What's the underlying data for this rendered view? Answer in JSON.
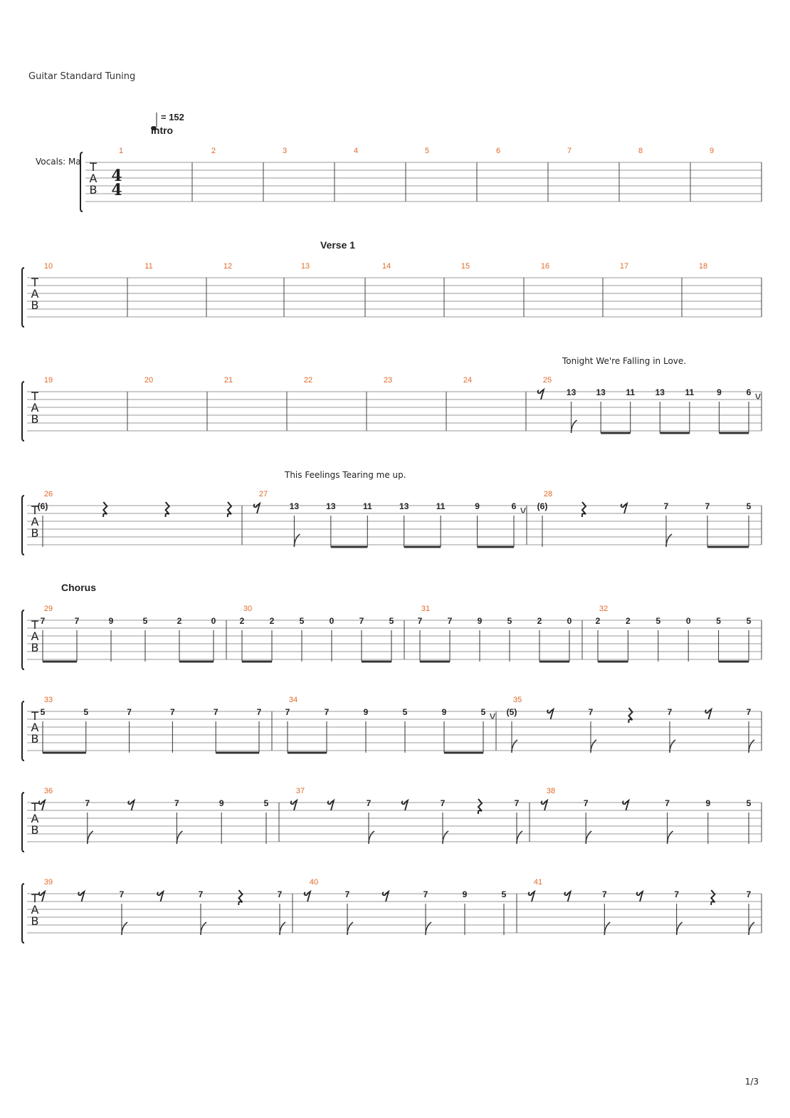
{
  "header": {
    "tuning": "Guitar Standard Tuning",
    "tempo": "= 152",
    "track_name": "Vocals: Ma",
    "time_signature": [
      "4",
      "4"
    ],
    "tab_letters": [
      "T",
      "A",
      "B"
    ]
  },
  "colors": {
    "measure_number": "#e06a2a",
    "staff_line": "#9a9a9a",
    "text": "#222222"
  },
  "sections": [
    {
      "label": "Intro",
      "measure": 1
    },
    {
      "label": "Verse 1",
      "measure": 13
    },
    {
      "label": "Chorus",
      "measure": 29
    }
  ],
  "lyrics": [
    {
      "text": "Tonight We're Falling in Love.",
      "measure": 25
    },
    {
      "text": "This Feelings Tearing me up.",
      "measure": 27
    }
  ],
  "systems": [
    {
      "measures": [
        {
          "n": "1",
          "events": []
        },
        {
          "n": "2",
          "events": []
        },
        {
          "n": "3",
          "events": []
        },
        {
          "n": "4",
          "events": []
        },
        {
          "n": "5",
          "events": []
        },
        {
          "n": "6",
          "events": []
        },
        {
          "n": "7",
          "events": []
        },
        {
          "n": "8",
          "events": []
        },
        {
          "n": "9",
          "events": []
        }
      ]
    },
    {
      "measures": [
        {
          "n": "10",
          "events": []
        },
        {
          "n": "11",
          "events": []
        },
        {
          "n": "12",
          "events": []
        },
        {
          "n": "13",
          "events": []
        },
        {
          "n": "14",
          "events": []
        },
        {
          "n": "15",
          "events": []
        },
        {
          "n": "16",
          "events": []
        },
        {
          "n": "17",
          "events": []
        },
        {
          "n": "18",
          "events": []
        }
      ]
    },
    {
      "measures": [
        {
          "n": "19",
          "events": []
        },
        {
          "n": "20",
          "events": []
        },
        {
          "n": "21",
          "events": []
        },
        {
          "n": "22",
          "events": []
        },
        {
          "n": "23",
          "events": []
        },
        {
          "n": "24",
          "events": []
        },
        {
          "n": "25",
          "events": [
            {
              "t": "r8"
            },
            {
              "t": "n",
              "v": "13",
              "d": "8"
            },
            {
              "t": "n",
              "v": "13",
              "d": "b1"
            },
            {
              "t": "n",
              "v": "11",
              "d": "b2"
            },
            {
              "t": "n",
              "v": "13",
              "d": "b1"
            },
            {
              "t": "n",
              "v": "11",
              "d": "b2"
            },
            {
              "t": "n",
              "v": "9",
              "d": "b1"
            },
            {
              "t": "n",
              "v": "6",
              "d": "b2",
              "tie": true
            }
          ]
        }
      ]
    },
    {
      "measures": [
        {
          "n": "26",
          "events": [
            {
              "t": "n",
              "v": "(6)",
              "d": "q"
            },
            {
              "t": "r4"
            },
            {
              "t": "r4"
            },
            {
              "t": "r4"
            }
          ]
        },
        {
          "n": "27",
          "events": [
            {
              "t": "r8"
            },
            {
              "t": "n",
              "v": "13",
              "d": "8"
            },
            {
              "t": "n",
              "v": "13",
              "d": "b1"
            },
            {
              "t": "n",
              "v": "11",
              "d": "b2"
            },
            {
              "t": "n",
              "v": "13",
              "d": "b1"
            },
            {
              "t": "n",
              "v": "11",
              "d": "b2"
            },
            {
              "t": "n",
              "v": "9",
              "d": "b1"
            },
            {
              "t": "n",
              "v": "6",
              "d": "b2",
              "tie": true
            }
          ]
        },
        {
          "n": "28",
          "events": [
            {
              "t": "n",
              "v": "(6)",
              "d": "q"
            },
            {
              "t": "r4"
            },
            {
              "t": "r8"
            },
            {
              "t": "n",
              "v": "7",
              "d": "8"
            },
            {
              "t": "n",
              "v": "7",
              "d": "b1"
            },
            {
              "t": "n",
              "v": "5",
              "d": "b2"
            }
          ]
        }
      ]
    },
    {
      "measures": [
        {
          "n": "29",
          "events": [
            {
              "t": "n",
              "v": "7",
              "d": "b1"
            },
            {
              "t": "n",
              "v": "7",
              "d": "b2"
            },
            {
              "t": "n",
              "v": "9",
              "d": "q"
            },
            {
              "t": "n",
              "v": "5",
              "d": "q"
            },
            {
              "t": "n",
              "v": "2",
              "d": "b1"
            },
            {
              "t": "n",
              "v": "0",
              "d": "b2"
            }
          ]
        },
        {
          "n": "30",
          "events": [
            {
              "t": "n",
              "v": "2",
              "d": "b1"
            },
            {
              "t": "n",
              "v": "2",
              "d": "b2"
            },
            {
              "t": "n",
              "v": "5",
              "d": "q"
            },
            {
              "t": "n",
              "v": "0",
              "d": "q"
            },
            {
              "t": "n",
              "v": "7",
              "d": "b1"
            },
            {
              "t": "n",
              "v": "5",
              "d": "b2"
            }
          ]
        },
        {
          "n": "31",
          "events": [
            {
              "t": "n",
              "v": "7",
              "d": "b1"
            },
            {
              "t": "n",
              "v": "7",
              "d": "b2"
            },
            {
              "t": "n",
              "v": "9",
              "d": "q"
            },
            {
              "t": "n",
              "v": "5",
              "d": "q"
            },
            {
              "t": "n",
              "v": "2",
              "d": "b1"
            },
            {
              "t": "n",
              "v": "0",
              "d": "b2"
            }
          ]
        },
        {
          "n": "32",
          "events": [
            {
              "t": "n",
              "v": "2",
              "d": "b1"
            },
            {
              "t": "n",
              "v": "2",
              "d": "b2"
            },
            {
              "t": "n",
              "v": "5",
              "d": "q"
            },
            {
              "t": "n",
              "v": "0",
              "d": "q"
            },
            {
              "t": "n",
              "v": "5",
              "d": "b1"
            },
            {
              "t": "n",
              "v": "5",
              "d": "b2"
            }
          ]
        }
      ]
    },
    {
      "measures": [
        {
          "n": "33",
          "events": [
            {
              "t": "n",
              "v": "5",
              "d": "b1"
            },
            {
              "t": "n",
              "v": "5",
              "d": "b2"
            },
            {
              "t": "n",
              "v": "7",
              "d": "q"
            },
            {
              "t": "n",
              "v": "7",
              "d": "q"
            },
            {
              "t": "n",
              "v": "7",
              "d": "b1"
            },
            {
              "t": "n",
              "v": "7",
              "d": "b2"
            }
          ]
        },
        {
          "n": "34",
          "events": [
            {
              "t": "n",
              "v": "7",
              "d": "b1"
            },
            {
              "t": "n",
              "v": "7",
              "d": "b2"
            },
            {
              "t": "n",
              "v": "9",
              "d": "q"
            },
            {
              "t": "n",
              "v": "5",
              "d": "q"
            },
            {
              "t": "n",
              "v": "9",
              "d": "b1"
            },
            {
              "t": "n",
              "v": "5",
              "d": "b2",
              "tie": true
            }
          ]
        },
        {
          "n": "35",
          "events": [
            {
              "t": "n",
              "v": "(5)",
              "d": "8"
            },
            {
              "t": "r8"
            },
            {
              "t": "n",
              "v": "7",
              "d": "8"
            },
            {
              "t": "r4"
            },
            {
              "t": "n",
              "v": "7",
              "d": "8"
            },
            {
              "t": "r8"
            },
            {
              "t": "n",
              "v": "7",
              "d": "8"
            }
          ]
        }
      ]
    },
    {
      "measures": [
        {
          "n": "36",
          "events": [
            {
              "t": "r8"
            },
            {
              "t": "n",
              "v": "7",
              "d": "8"
            },
            {
              "t": "r8"
            },
            {
              "t": "n",
              "v": "7",
              "d": "8"
            },
            {
              "t": "n",
              "v": "9",
              "d": "q"
            },
            {
              "t": "n",
              "v": "5",
              "d": "q"
            }
          ]
        },
        {
          "n": "37",
          "events": [
            {
              "t": "r8"
            },
            {
              "t": "r8"
            },
            {
              "t": "n",
              "v": "7",
              "d": "8"
            },
            {
              "t": "r8"
            },
            {
              "t": "n",
              "v": "7",
              "d": "8"
            },
            {
              "t": "r4"
            },
            {
              "t": "n",
              "v": "7",
              "d": "8"
            }
          ]
        },
        {
          "n": "38",
          "events": [
            {
              "t": "r8"
            },
            {
              "t": "n",
              "v": "7",
              "d": "8"
            },
            {
              "t": "r8"
            },
            {
              "t": "n",
              "v": "7",
              "d": "8"
            },
            {
              "t": "n",
              "v": "9",
              "d": "q"
            },
            {
              "t": "n",
              "v": "5",
              "d": "q"
            }
          ]
        }
      ]
    },
    {
      "measures": [
        {
          "n": "39",
          "events": [
            {
              "t": "r8"
            },
            {
              "t": "r8"
            },
            {
              "t": "n",
              "v": "7",
              "d": "8"
            },
            {
              "t": "r8"
            },
            {
              "t": "n",
              "v": "7",
              "d": "8"
            },
            {
              "t": "r4"
            },
            {
              "t": "n",
              "v": "7",
              "d": "8"
            }
          ]
        },
        {
          "n": "40",
          "events": [
            {
              "t": "r8"
            },
            {
              "t": "n",
              "v": "7",
              "d": "8"
            },
            {
              "t": "r8"
            },
            {
              "t": "n",
              "v": "7",
              "d": "8"
            },
            {
              "t": "n",
              "v": "9",
              "d": "q"
            },
            {
              "t": "n",
              "v": "5",
              "d": "q"
            }
          ]
        },
        {
          "n": "41",
          "events": [
            {
              "t": "r8"
            },
            {
              "t": "r8"
            },
            {
              "t": "n",
              "v": "7",
              "d": "8"
            },
            {
              "t": "r8"
            },
            {
              "t": "n",
              "v": "7",
              "d": "8"
            },
            {
              "t": "r4"
            },
            {
              "t": "n",
              "v": "7",
              "d": "8"
            }
          ]
        }
      ]
    }
  ],
  "footer": {
    "page": "1/3"
  }
}
